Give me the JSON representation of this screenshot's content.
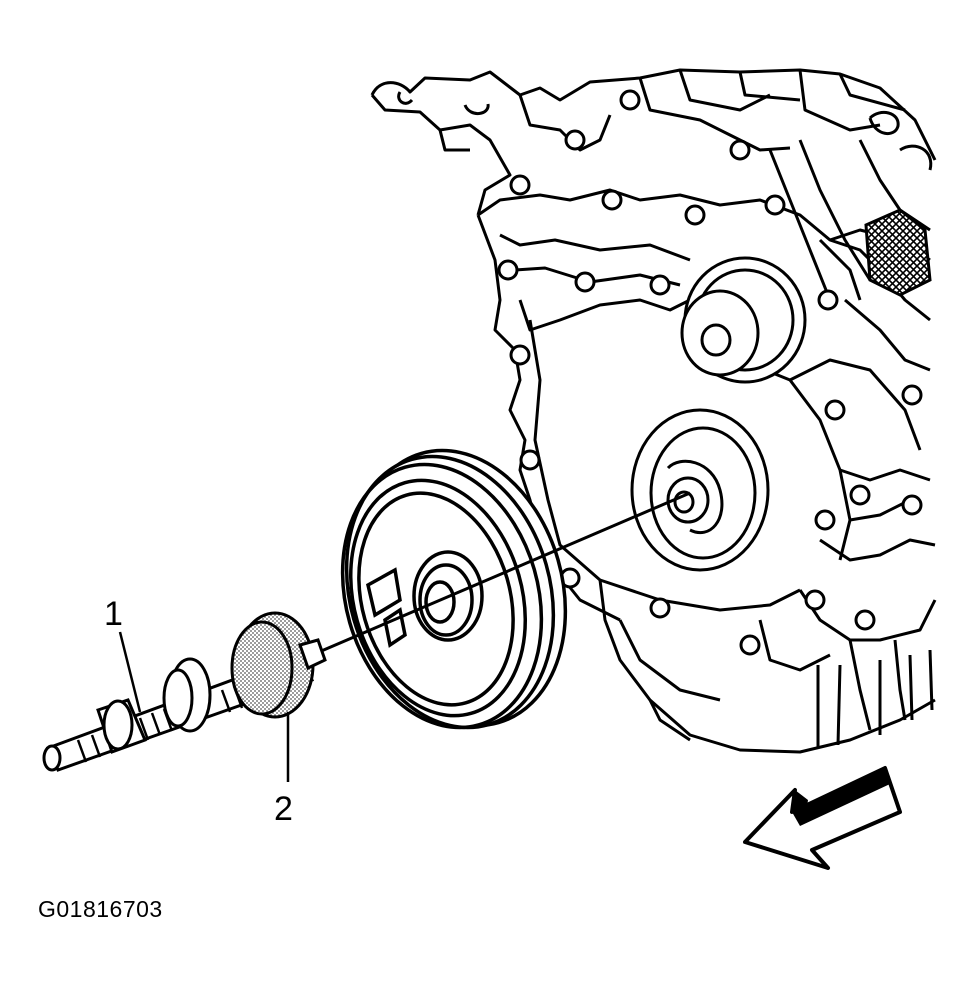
{
  "diagram": {
    "callouts": [
      {
        "id": "1",
        "label": "1"
      },
      {
        "id": "2",
        "label": "2"
      }
    ],
    "figure_id": "G01816703",
    "colors": {
      "ink": "#000000",
      "paper": "#ffffff",
      "stipple": "#bdbdbd"
    },
    "icons": {
      "direction_arrow": "arrow-left-down-icon"
    }
  }
}
